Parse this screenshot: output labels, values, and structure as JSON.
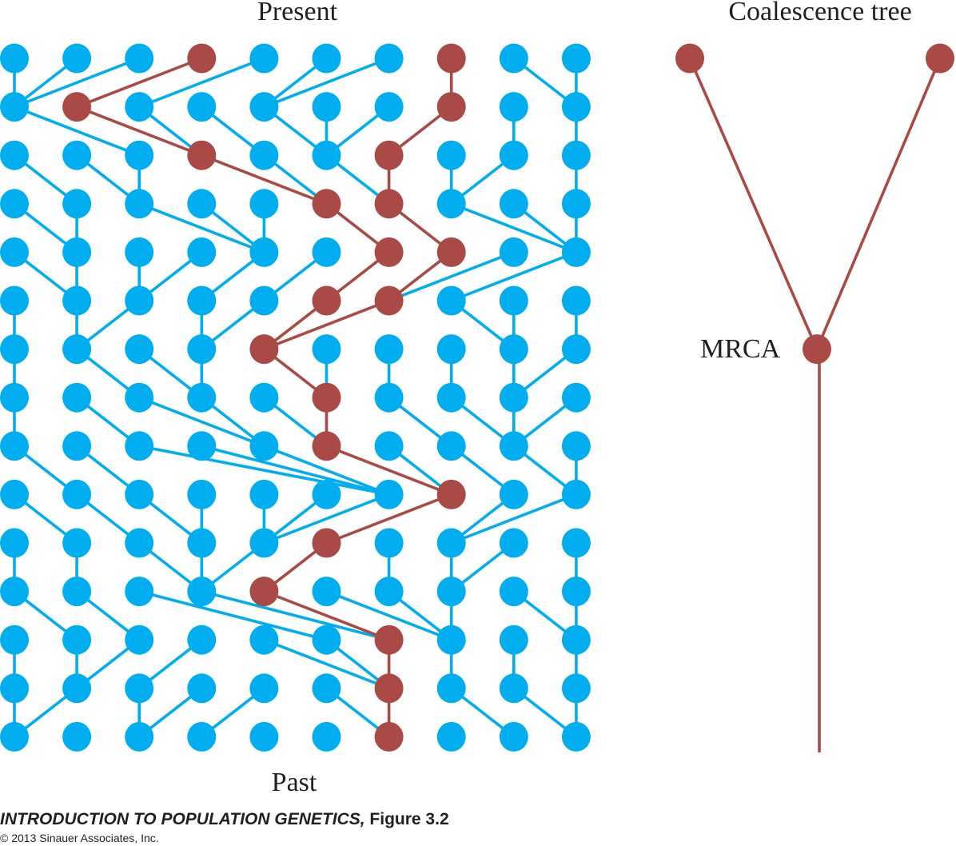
{
  "labels": {
    "present": "Present",
    "past": "Past",
    "coalescence_title": "Coalescence tree",
    "mrca": "MRCA",
    "figure_book": "INTRODUCTION TO POPULATION GENETICS,",
    "figure_number": "Figure 3.2",
    "copyright": "© 2013 Sinauer Associates, Inc."
  },
  "colors": {
    "lineage": "#00aeef",
    "ancestral": "#a94a46"
  },
  "population": {
    "generations": 15,
    "individuals": 10,
    "parents": [
      [
        0,
        0,
        0,
        1,
        2,
        4,
        4,
        7,
        9,
        9
      ],
      [
        2,
        3,
        3,
        4,
        5,
        5,
        5,
        6,
        8,
        9
      ],
      [
        1,
        2,
        2,
        5,
        5,
        6,
        6,
        7,
        7,
        9
      ],
      [
        1,
        1,
        4,
        4,
        4,
        6,
        7,
        9,
        9,
        9
      ],
      [
        1,
        1,
        2,
        2,
        3,
        4,
        5,
        6,
        6,
        7
      ],
      [
        0,
        1,
        1,
        3,
        3,
        4,
        4,
        8,
        8,
        9
      ],
      [
        0,
        2,
        3,
        3,
        5,
        5,
        6,
        7,
        8,
        8
      ],
      [
        0,
        2,
        4,
        4,
        5,
        5,
        7,
        8,
        8,
        8
      ],
      [
        1,
        2,
        6,
        6,
        6,
        7,
        7,
        8,
        9,
        9
      ],
      [
        1,
        2,
        3,
        3,
        4,
        4,
        4,
        5,
        7,
        7
      ],
      [
        0,
        1,
        3,
        3,
        3,
        4,
        6,
        7,
        7,
        9
      ],
      [
        1,
        2,
        5,
        6,
        6,
        7,
        7,
        7,
        9,
        9
      ],
      [
        0,
        1,
        1,
        2,
        6,
        6,
        6,
        7,
        8,
        9
      ],
      [
        0,
        0,
        2,
        2,
        3,
        6,
        6,
        8,
        9,
        9
      ]
    ],
    "ancestral_nodes": [
      [
        3,
        7
      ],
      [
        1,
        7
      ],
      [
        3,
        6
      ],
      [
        5,
        6
      ],
      [
        6,
        7
      ],
      [
        5,
        6
      ],
      [
        4
      ],
      [
        5
      ],
      [
        5
      ],
      [
        7
      ],
      [
        5
      ],
      [
        4
      ],
      [
        6
      ],
      [
        6
      ],
      [
        6
      ]
    ]
  },
  "coalescence_tree": {
    "leaves": 2,
    "mrca_generation": 6
  }
}
